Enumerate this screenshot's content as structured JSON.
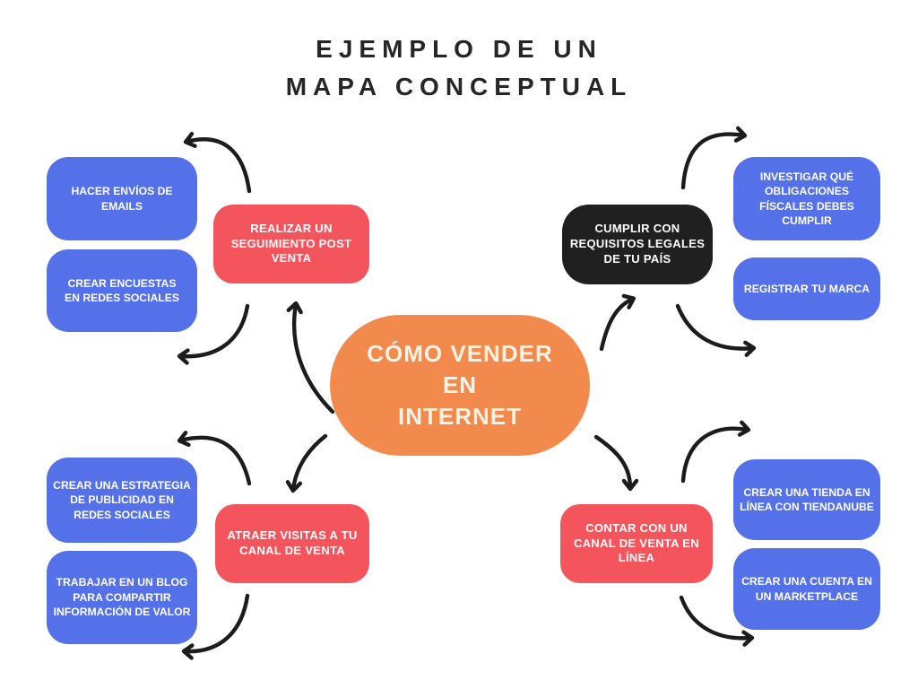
{
  "title": {
    "text": "EJEMPLO DE UN\nMAPA CONCEPTUAL"
  },
  "nodes": {
    "center": {
      "label": "CÓMO VENDER EN\nINTERNET"
    },
    "realizar_seguimiento": {
      "label": "REALIZAR UN\nSEGUIMIENTO POST\nVENTA"
    },
    "hacer_envios": {
      "label": "HACER ENVÍOS DE\nEMAILS"
    },
    "crear_encuestas": {
      "label": "CREAR ENCUESTAS\nEN REDES SOCIALES"
    },
    "cumplir_requisitos": {
      "label": "CUMPLIR CON\nREQUISITOS LEGALES\nDE TU PAÍS"
    },
    "investigar_obligaciones": {
      "label": "INVESTIGAR QUÉ\nOBLIGACIONES\nFÍSCALES DEBES\nCUMPLIR"
    },
    "registrar_marca": {
      "label": "REGISTRAR TU MARCA"
    },
    "atraer_visitas": {
      "label": "ATRAER VISITAS A TU\nCANAL DE VENTA"
    },
    "crear_estrategia": {
      "label": "CREAR UNA ESTRATEGIA\nDE PUBLICIDAD EN\nREDES SOCIALES"
    },
    "trabajar_blog": {
      "label": "TRABAJAR EN UN BLOG\nPARA COMPARTIR\nINFORMACIÓN DE VALOR"
    },
    "contar_canal": {
      "label": "CONTAR CON UN\nCANAL DE VENTA EN\nLÍNEA"
    },
    "crear_tienda": {
      "label": "CREAR UNA TIENDA EN\nLÍNEA CON TIENDANUBE"
    },
    "crear_cuenta": {
      "label": "CREAR UNA CUENTA EN\nUN MARKETPLACE"
    }
  },
  "edges": [
    {
      "from": "center",
      "to": "realizar_seguimiento"
    },
    {
      "from": "center",
      "to": "cumplir_requisitos"
    },
    {
      "from": "center",
      "to": "atraer_visitas"
    },
    {
      "from": "center",
      "to": "contar_canal"
    },
    {
      "from": "realizar_seguimiento",
      "to": "hacer_envios"
    },
    {
      "from": "realizar_seguimiento",
      "to": "crear_encuestas"
    },
    {
      "from": "cumplir_requisitos",
      "to": "investigar_obligaciones"
    },
    {
      "from": "cumplir_requisitos",
      "to": "registrar_marca"
    },
    {
      "from": "atraer_visitas",
      "to": "crear_estrategia"
    },
    {
      "from": "atraer_visitas",
      "to": "trabajar_blog"
    },
    {
      "from": "contar_canal",
      "to": "crear_tienda"
    },
    {
      "from": "contar_canal",
      "to": "crear_cuenta"
    }
  ],
  "colors": {
    "background": "#ffffff",
    "title_text": "#262626",
    "center_orange": "#f28a4d",
    "center_text": "#fbf2e3",
    "branch_red": "#f4545b",
    "branch_black": "#212020",
    "leaf_blue": "#5471e9",
    "node_text": "#ffffff",
    "arrow": "#1c1c1c"
  }
}
